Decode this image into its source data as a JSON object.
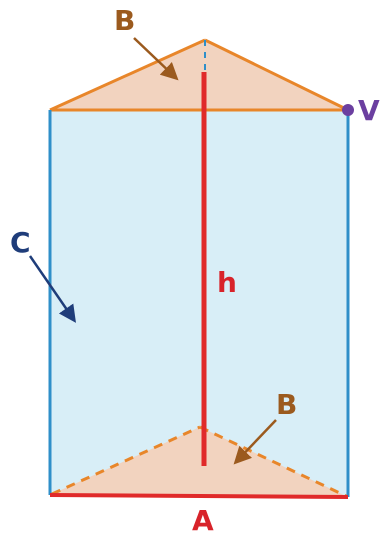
{
  "labels": {
    "top_base": "B",
    "bottom_base": "B",
    "lateral_face": "C",
    "vertex": "V",
    "height": "h",
    "edge": "A"
  },
  "colors": {
    "face_fill": "#d8eef7",
    "base_fill": "#f2d3bf",
    "base_edge": "#e8862a",
    "vertical_edge": "#2f8fc9",
    "height_line": "#e02a2a",
    "label_orange": "#9b5a1e",
    "label_navy": "#1f3d7a",
    "label_red": "#d8232a",
    "vertex_purple": "#6b3fa0"
  }
}
